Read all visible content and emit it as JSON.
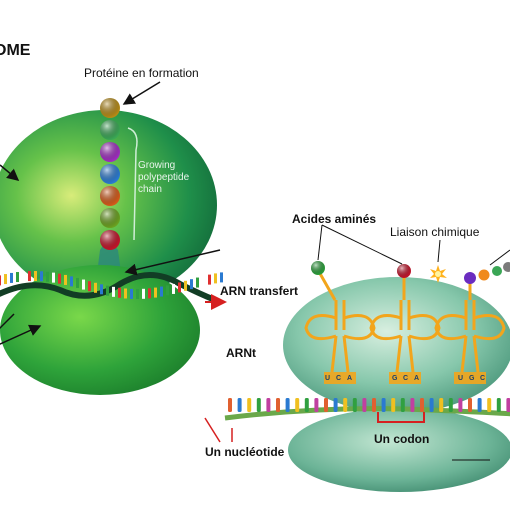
{
  "labels": {
    "title": "OME",
    "protein_forming": "Protéine en formation",
    "growing_chain": "Growing polypeptide chain",
    "amino_acids": "Acides aminés",
    "chemical_bond": "Liaison chimique",
    "transfer_rna": "ARN transfert",
    "trna": "ARNt",
    "nucleotide": "Un nucléotide",
    "codon": "Un codon"
  },
  "codon_letters": {
    "left": [
      "U",
      "C",
      "A"
    ],
    "middle": [
      "G",
      "C",
      "A"
    ],
    "right": [
      "U",
      "G",
      "C"
    ]
  },
  "colors": {
    "ribosome_large": "#36b35c",
    "ribosome_small": "#2a9e3a",
    "ribosome_dark": "#1f7a3f",
    "ribosome2": "#7fc4a8",
    "trna": "#f2a51c",
    "mrna": "#1e5f3a",
    "arrow_red": "#d62020",
    "codon_bracket": "#d62020",
    "chain_beads": [
      "#b58a16",
      "#3aa655",
      "#a02cc0",
      "#2a7ad1",
      "#d35a1a",
      "#6aa020",
      "#c1142a"
    ]
  }
}
